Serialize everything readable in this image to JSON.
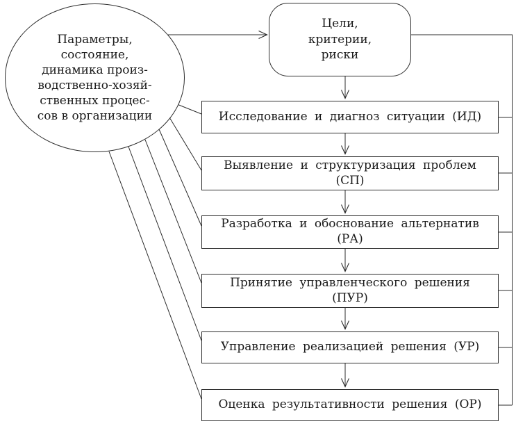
{
  "diagram": {
    "type": "flowchart",
    "language": "ru",
    "nodes": {
      "source": {
        "shape": "ellipse",
        "label": "Параметры,\nсостояние,\nдинамика произ-\nводственно-хозяй-\nственных процес-\nсов в организации"
      },
      "goals": {
        "shape": "rounded-rectangle",
        "label": "Цели,\nкритерии,\nриски"
      }
    },
    "stages": [
      {
        "label": "Исследование и диагноз ситуации (ИД)"
      },
      {
        "label": "Выявление и структуризация проблем\n(СП)"
      },
      {
        "label": "Разработка и обоснование альтернатив\n(РА)"
      },
      {
        "label": "Принятие управленческого решения\n(ПУР)"
      },
      {
        "label": "Управление реализацией решения (УР)"
      },
      {
        "label": "Оценка результативности решения (ОР)"
      }
    ],
    "edges": {
      "arrows": [
        {
          "from": "source",
          "to": "goals"
        },
        {
          "from": "goals",
          "to": "stage-1"
        },
        {
          "from": "stage-1",
          "to": "stage-2"
        },
        {
          "from": "stage-2",
          "to": "stage-3"
        },
        {
          "from": "stage-3",
          "to": "stage-4"
        },
        {
          "from": "stage-4",
          "to": "stage-5"
        },
        {
          "from": "stage-5",
          "to": "stage-6"
        }
      ],
      "plain_lines": [
        {
          "from": "source",
          "to": "stage-1"
        },
        {
          "from": "source",
          "to": "stage-2"
        },
        {
          "from": "source",
          "to": "stage-3"
        },
        {
          "from": "source",
          "to": "stage-4"
        },
        {
          "from": "source",
          "to": "stage-5"
        },
        {
          "from": "source",
          "to": "stage-6"
        }
      ],
      "feedback_bus": {
        "side": "right",
        "connects": [
          "goals",
          "stage-1",
          "stage-2",
          "stage-3",
          "stage-4",
          "stage-5",
          "stage-6"
        ]
      }
    },
    "colors": {
      "background": "#ffffff",
      "line": "#2d2d2d",
      "text": "#1b1b1b",
      "node_fill": "#ffffff"
    }
  }
}
